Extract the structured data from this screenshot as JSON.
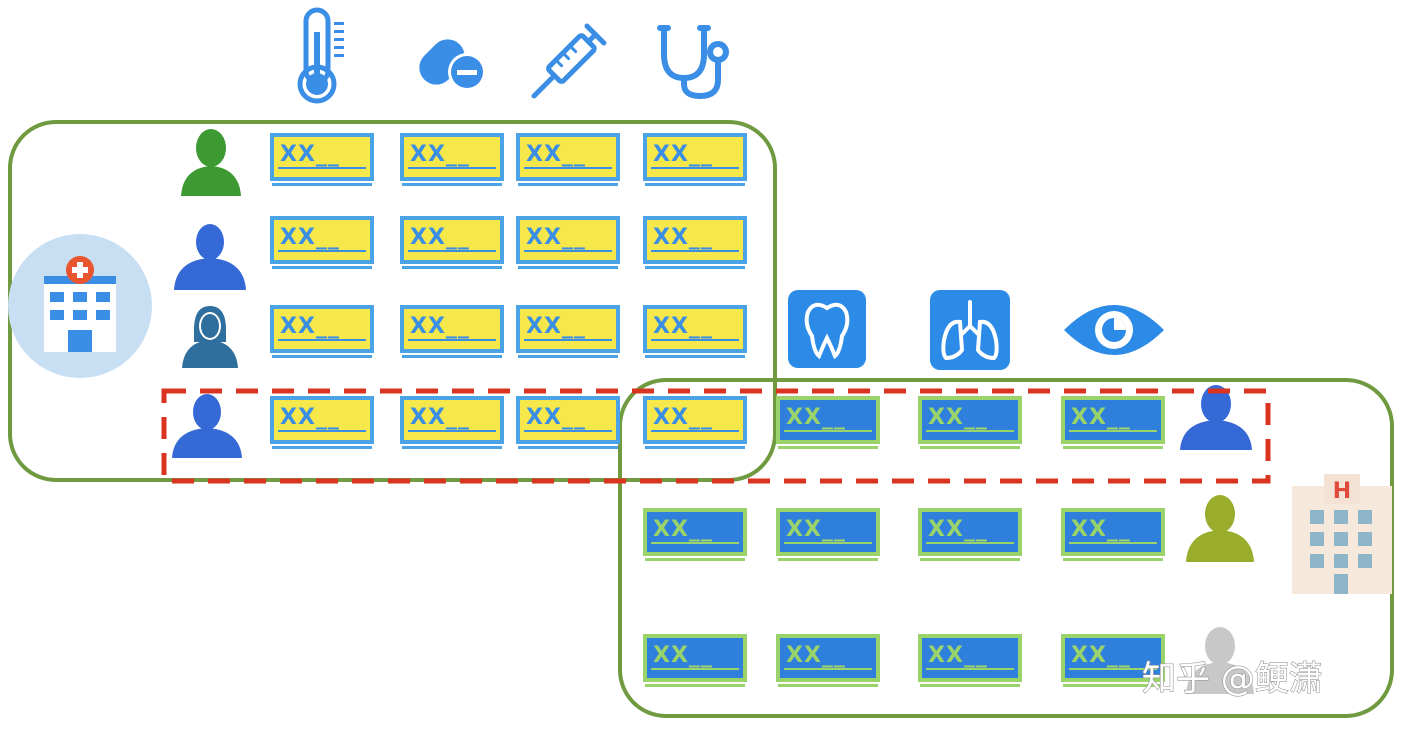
{
  "colors": {
    "outline_green": "#6f9a40",
    "dashed_red": "#d9341f",
    "yellow_cell_fill": "#f6e84a",
    "yellow_cell_border": "#4aa3e6",
    "blue_cell_fill": "#2f7fdc",
    "blue_cell_border": "#9ad36a",
    "icon_blue": "#3a8ee6",
    "icon_tile_blue": "#2d8be8",
    "hospital_circle": "#c7def3",
    "person_green": "#3d9a32",
    "person_blue": "#3469d6",
    "person_teal": "#2e6f9e",
    "person_olive": "#9aac2c",
    "person_gray": "#c8c8c8"
  },
  "cell_text": "XX__",
  "top_feature_icons": [
    "thermometer-icon",
    "pill-icon",
    "syringe-icon",
    "stethoscope-icon"
  ],
  "bottom_feature_icons": [
    "tooth-icon",
    "lungs-icon",
    "eye-icon"
  ],
  "left_party": {
    "icon": "hospital-icon",
    "rows": [
      {
        "icon": "person-icon",
        "color": "person_green"
      },
      {
        "icon": "person-icon",
        "color": "person_blue"
      },
      {
        "icon": "person-female-icon",
        "color": "person_teal"
      },
      {
        "icon": "person-icon",
        "color": "person_blue"
      }
    ]
  },
  "right_party": {
    "icon": "hospital-h-icon",
    "hospital_letter": "H",
    "rows": [
      {
        "icon": "person-icon",
        "color": "person_blue"
      },
      {
        "icon": "person-icon",
        "color": "person_olive"
      },
      {
        "icon": "person-icon",
        "color": "person_gray"
      }
    ]
  },
  "watermark": "知乎 @鲠潇"
}
